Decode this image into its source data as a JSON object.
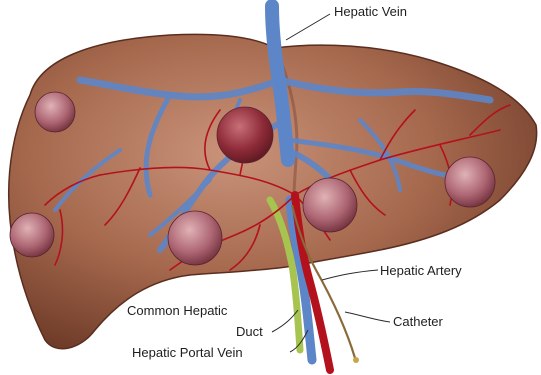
{
  "labels": {
    "hepatic_vein": "Hepatic Vein",
    "hepatic_artery": "Hepatic Artery",
    "catheter": "Catheter",
    "common_hepatic_duct_line1": "Common Hepatic",
    "common_hepatic_duct_line2": "Duct",
    "hepatic_portal_vein": "Hepatic Portal Vein"
  },
  "colors": {
    "liver": "#9c6248",
    "vein": "#5d86c9",
    "artery": "#b3121d",
    "duct": "#a7c450",
    "tumor": "#b0707c"
  }
}
